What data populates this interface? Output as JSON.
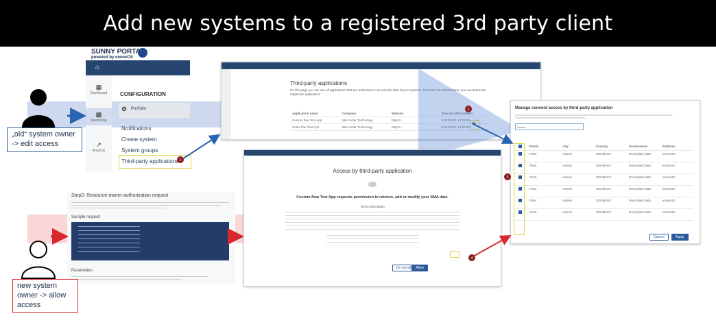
{
  "title": "Add new systems to a registered 3rd party client",
  "labels": {
    "old_owner": "„old“ system owner -> edit access",
    "new_owner": "new system owner -> allow access"
  },
  "sunny_portal": {
    "logo": "SUNNY PORTAL",
    "tagline": "powered by ennexOS",
    "nav": [
      "Dashboard",
      "Monitoring",
      "Analysis"
    ],
    "section": "CONFIGURATION",
    "portfolio": "Portfolio",
    "items": [
      "Notifications",
      "Create system",
      "System groups",
      "Third-party applications"
    ]
  },
  "third_party": {
    "heading": "Third-party applications",
    "intro": "On this page you can see all applications that are authorized to access the data of your systems. To revoke an authorization, you can delete the respective application.",
    "cols": [
      "Application name",
      "Company",
      "Website",
      "Time of authorization"
    ],
    "rows": [
      [
        "Custom flow Test App",
        "SMA Solar Technology",
        "https://...",
        "01/01/2021 14:00:00"
      ],
      [
        "Order flow Test App",
        "SMA Solar Technology",
        "https://...",
        "01/01/2021 14:00:00"
      ]
    ]
  },
  "manage": {
    "heading": "Manage consent access by third-party application",
    "search_placeholder": "Search",
    "cols": [
      "Plants",
      "City",
      "Country",
      "Permissions",
      "Platform"
    ],
    "rows": [
      [
        "Plant",
        "Kassel",
        "GERMANY",
        "Read plant data",
        "ennexOS"
      ],
      [
        "Plant",
        "Kassel",
        "GERMANY",
        "Read plant data",
        "ennexOS"
      ],
      [
        "Plant",
        "Kassel",
        "GERMANY",
        "Read plant data",
        "ennexOS"
      ],
      [
        "Plant",
        "Kassel",
        "GERMANY",
        "Read plant data",
        "ennexOS"
      ],
      [
        "Plant",
        "Kassel",
        "GERMANY",
        "Read plant data",
        "ennexOS"
      ],
      [
        "Plant",
        "Kassel",
        "GERMANY",
        "Read plant data",
        "ennexOS"
      ]
    ],
    "cancel": "Cancel",
    "apply": "Apply"
  },
  "access": {
    "heading": "Access by third-party application",
    "subject": "Custom flow Test App requests permission to retrieve, add or modify your SMA data.",
    "terms": "Terms description",
    "allow": "Allow",
    "deny": "Do not allow"
  },
  "step2": {
    "heading": "Step2: Resource-owner-authorization request",
    "sample": "Sample request",
    "params": "Parameters"
  },
  "badges": [
    "1",
    "2",
    "3",
    "4"
  ]
}
